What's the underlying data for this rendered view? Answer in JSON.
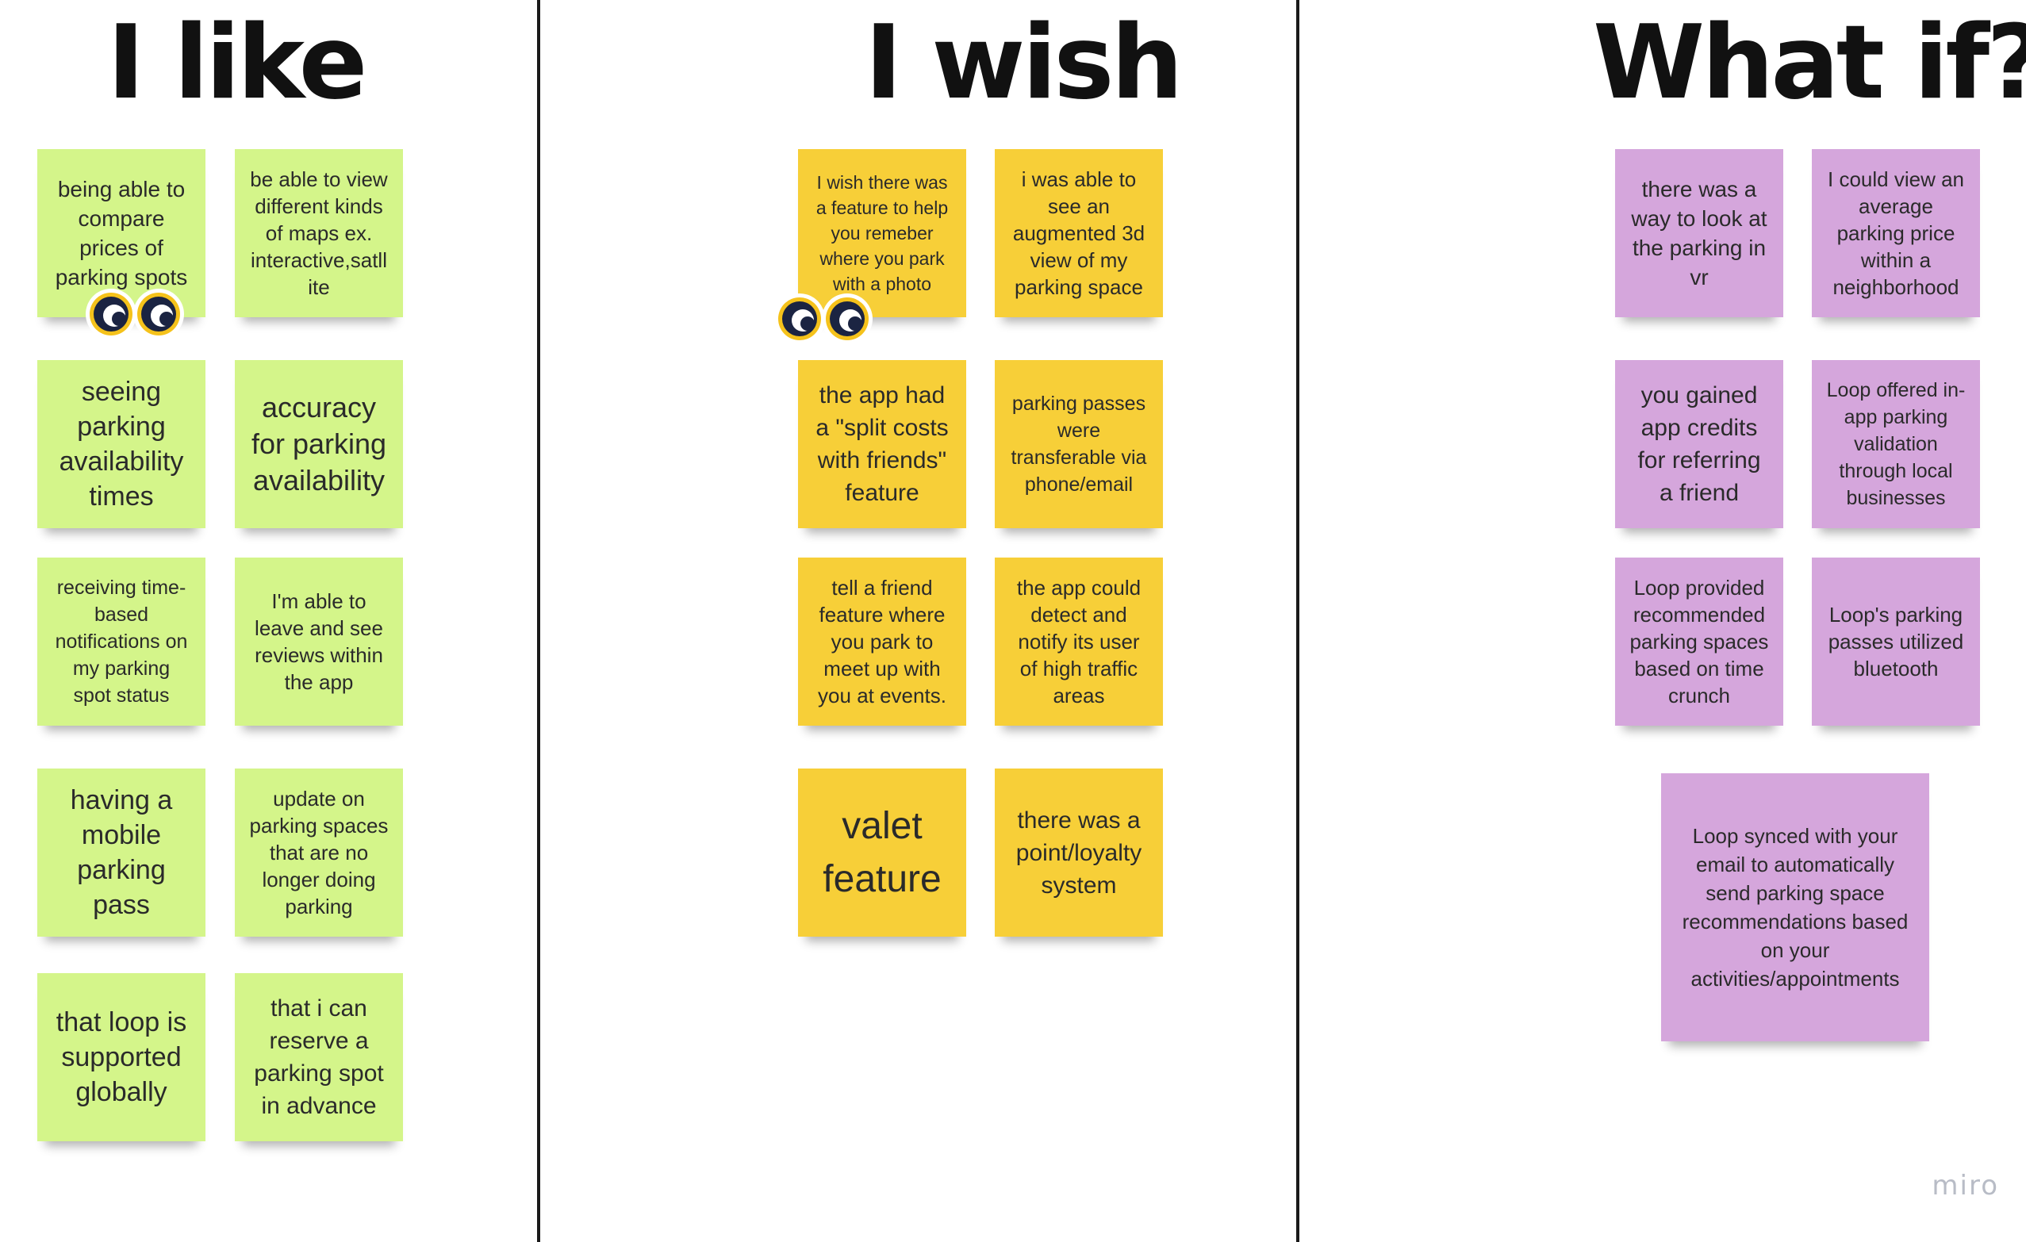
{
  "columns": {
    "like": {
      "title": "I like"
    },
    "wish": {
      "title": "I wish"
    },
    "whatif": {
      "title": "What if?"
    }
  },
  "colors": {
    "green_note": "#d4f58a",
    "yellow_note": "#f7cf38",
    "purple_note": "#d5a6dc",
    "divider": "#1a1a1a"
  },
  "notes": {
    "like": [
      "being able to compare prices of parking spots",
      "be able to view different kinds of maps ex. interactive,satll ite",
      "seeing parking availability times",
      "accuracy for parking availability",
      "receiving time-based notifications on my parking spot status",
      "I'm able to leave and see reviews within the app",
      "having a mobile parking pass",
      "update on parking spaces that are no longer doing parking",
      "that loop is supported globally",
      "that i can reserve a parking spot in advance"
    ],
    "wish": [
      "I wish there was a feature to help you remeber where you park with a photo",
      "i was able to see an augmented 3d view of my parking space",
      "the app had a \"split costs with friends\" feature",
      "parking passes were transferable via phone/email",
      "tell a friend feature where you park to meet up with you at events.",
      "the app could detect and notify its user of high traffic areas",
      "valet feature",
      "there was a point/loyalty system"
    ],
    "whatif": [
      "there was a way to look at the parking in vr",
      "I could view an average parking price within a neighborhood",
      "you gained app credits for referring a friend",
      "Loop offered in-app parking validation through local businesses",
      "Loop provided recommended parking spaces based on time crunch",
      "Loop's parking passes utilized bluetooth",
      "Loop synced with your email to automatically send parking space recommendations based on your activities/appointments"
    ]
  },
  "stickers": [
    "googly-eyes",
    "googly-eyes"
  ],
  "watermark": "miro"
}
